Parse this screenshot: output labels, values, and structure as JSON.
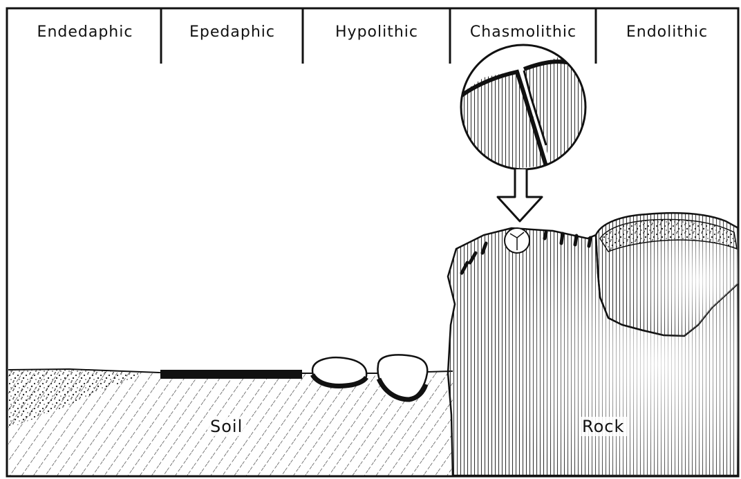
{
  "habitats": [
    "Endedaphic",
    "Epedaphic",
    "Hypolithic",
    "Chasmolithic",
    "Endolithic"
  ],
  "labels": {
    "soil": "Soil",
    "rock": "Rock"
  }
}
